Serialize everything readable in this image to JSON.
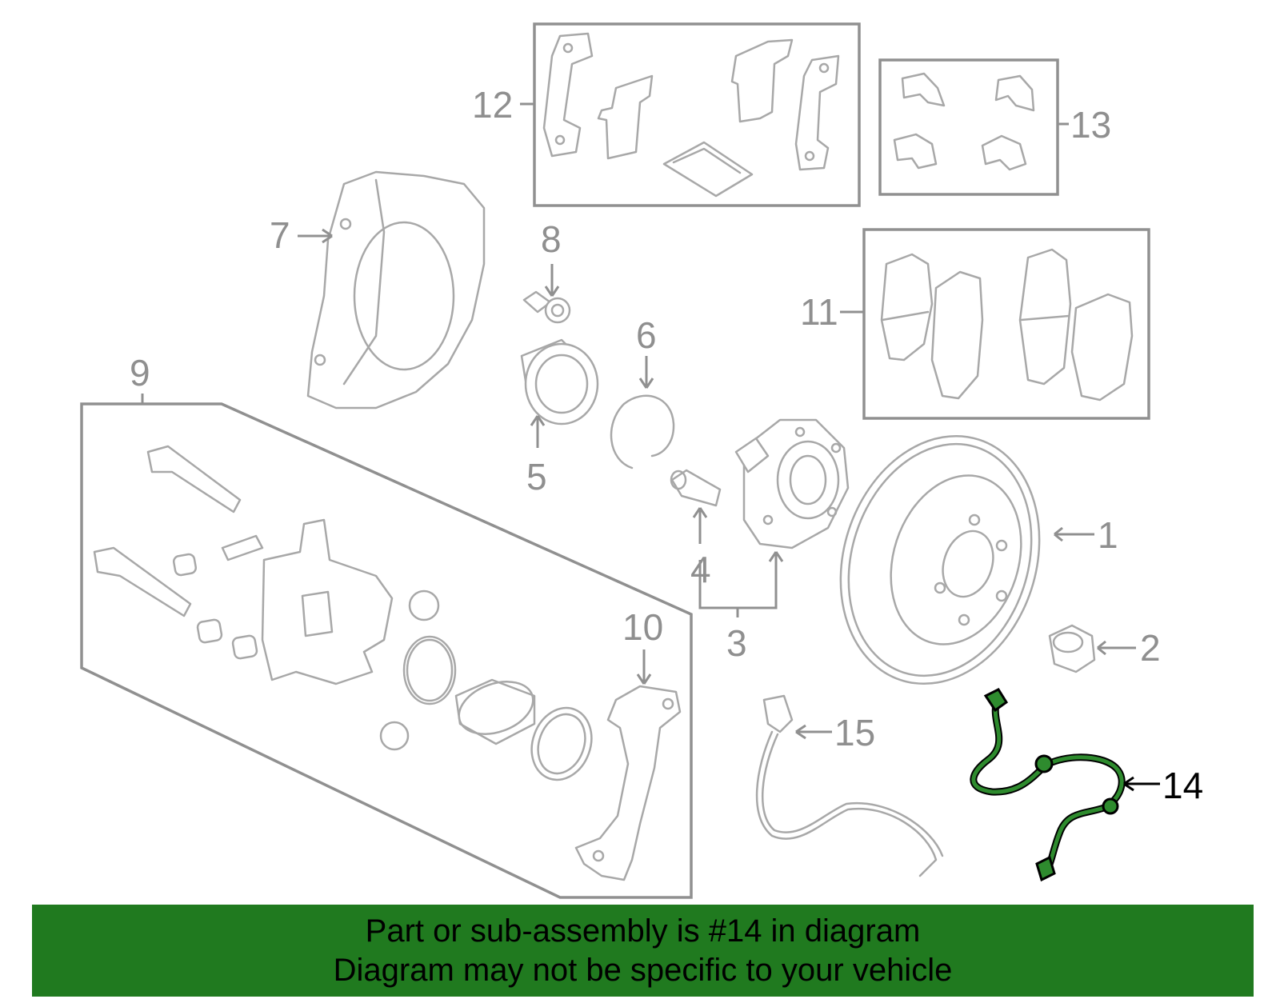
{
  "callouts": {
    "c1": "1",
    "c2": "2",
    "c3": "3",
    "c4": "4",
    "c5": "5",
    "c6": "6",
    "c7": "7",
    "c8": "8",
    "c9": "9",
    "c10": "10",
    "c11": "11",
    "c12": "12",
    "c13": "13",
    "c14": "14",
    "c15": "15"
  },
  "highlight": {
    "part_number": "14",
    "color": "#2e8b2e"
  },
  "banner": {
    "line1": "Part or sub-assembly is #14 in diagram",
    "line2": "Diagram may not be specific to your vehicle",
    "background": "#207a1f"
  }
}
